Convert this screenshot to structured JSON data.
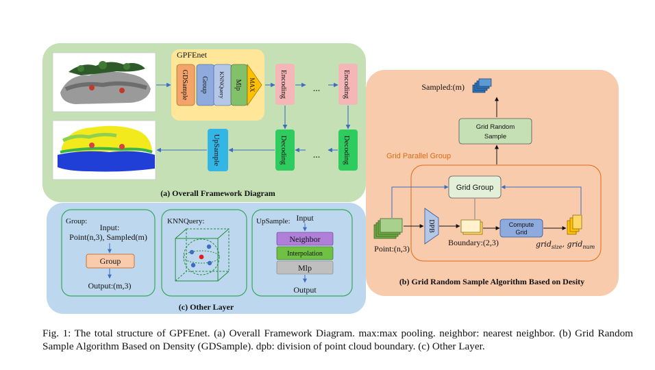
{
  "panel_a": {
    "label": "(a) Overall Framework Diagram",
    "gpfe_title": "GPFEnet",
    "blocks": [
      "GDSample",
      "Group",
      "KNNQuery",
      "Mlp",
      "MAX"
    ],
    "encoding": "Encoding",
    "decoding": "Decoding",
    "upsample": "UpSample",
    "ellipsis": "..."
  },
  "panel_b": {
    "label": "(b) Grid Random Sample Algorithm Based on Desity",
    "sampled": "Sampled:(m)",
    "grid_random_sample": [
      "Grid Random",
      "Sample"
    ],
    "parallel_group": "Grid Parallel Group",
    "grid_group": "Grid Group",
    "dpb": "DPB",
    "compute_grid": [
      "Compute",
      "Grid"
    ],
    "point": "Point:(n,3)",
    "boundary": "Boundary:(2,3)",
    "grid_out": "grid",
    "grid_size_sub": "size",
    "grid_num_sub": "num"
  },
  "panel_c": {
    "label": "(c) Other Layer",
    "group_box": {
      "title": "Group:",
      "input": "Input:",
      "input_args": "Point(n,3), Sampled(m)",
      "op": "Group",
      "output": "Output:(m,3)"
    },
    "knn_box": {
      "title": "KNNQuery:"
    },
    "up_box": {
      "title": "UpSample:",
      "input": "Input",
      "layers": [
        "Neighbor",
        "Interpolation",
        "Mlp"
      ],
      "output": "Output"
    }
  },
  "caption": "Fig. 1: The total structure of GPFEnet. (a) Overall Framework Diagram. max:max pooling. neighbor: nearest neighbor. (b) Grid Random Sample Algorithm Based on Density (GDSample). dpb: division of point cloud boundary. (c) Other Layer.",
  "colors": {
    "panel_a_bg": "#c5e0b4",
    "panel_b_bg": "#f8cbad",
    "panel_c_bg": "#bdd7ee",
    "gpfe_bg": "#ffe699",
    "encoding": "#f4b6b6",
    "decoding": "#2ecc5e",
    "upsample": "#33b5e5"
  }
}
